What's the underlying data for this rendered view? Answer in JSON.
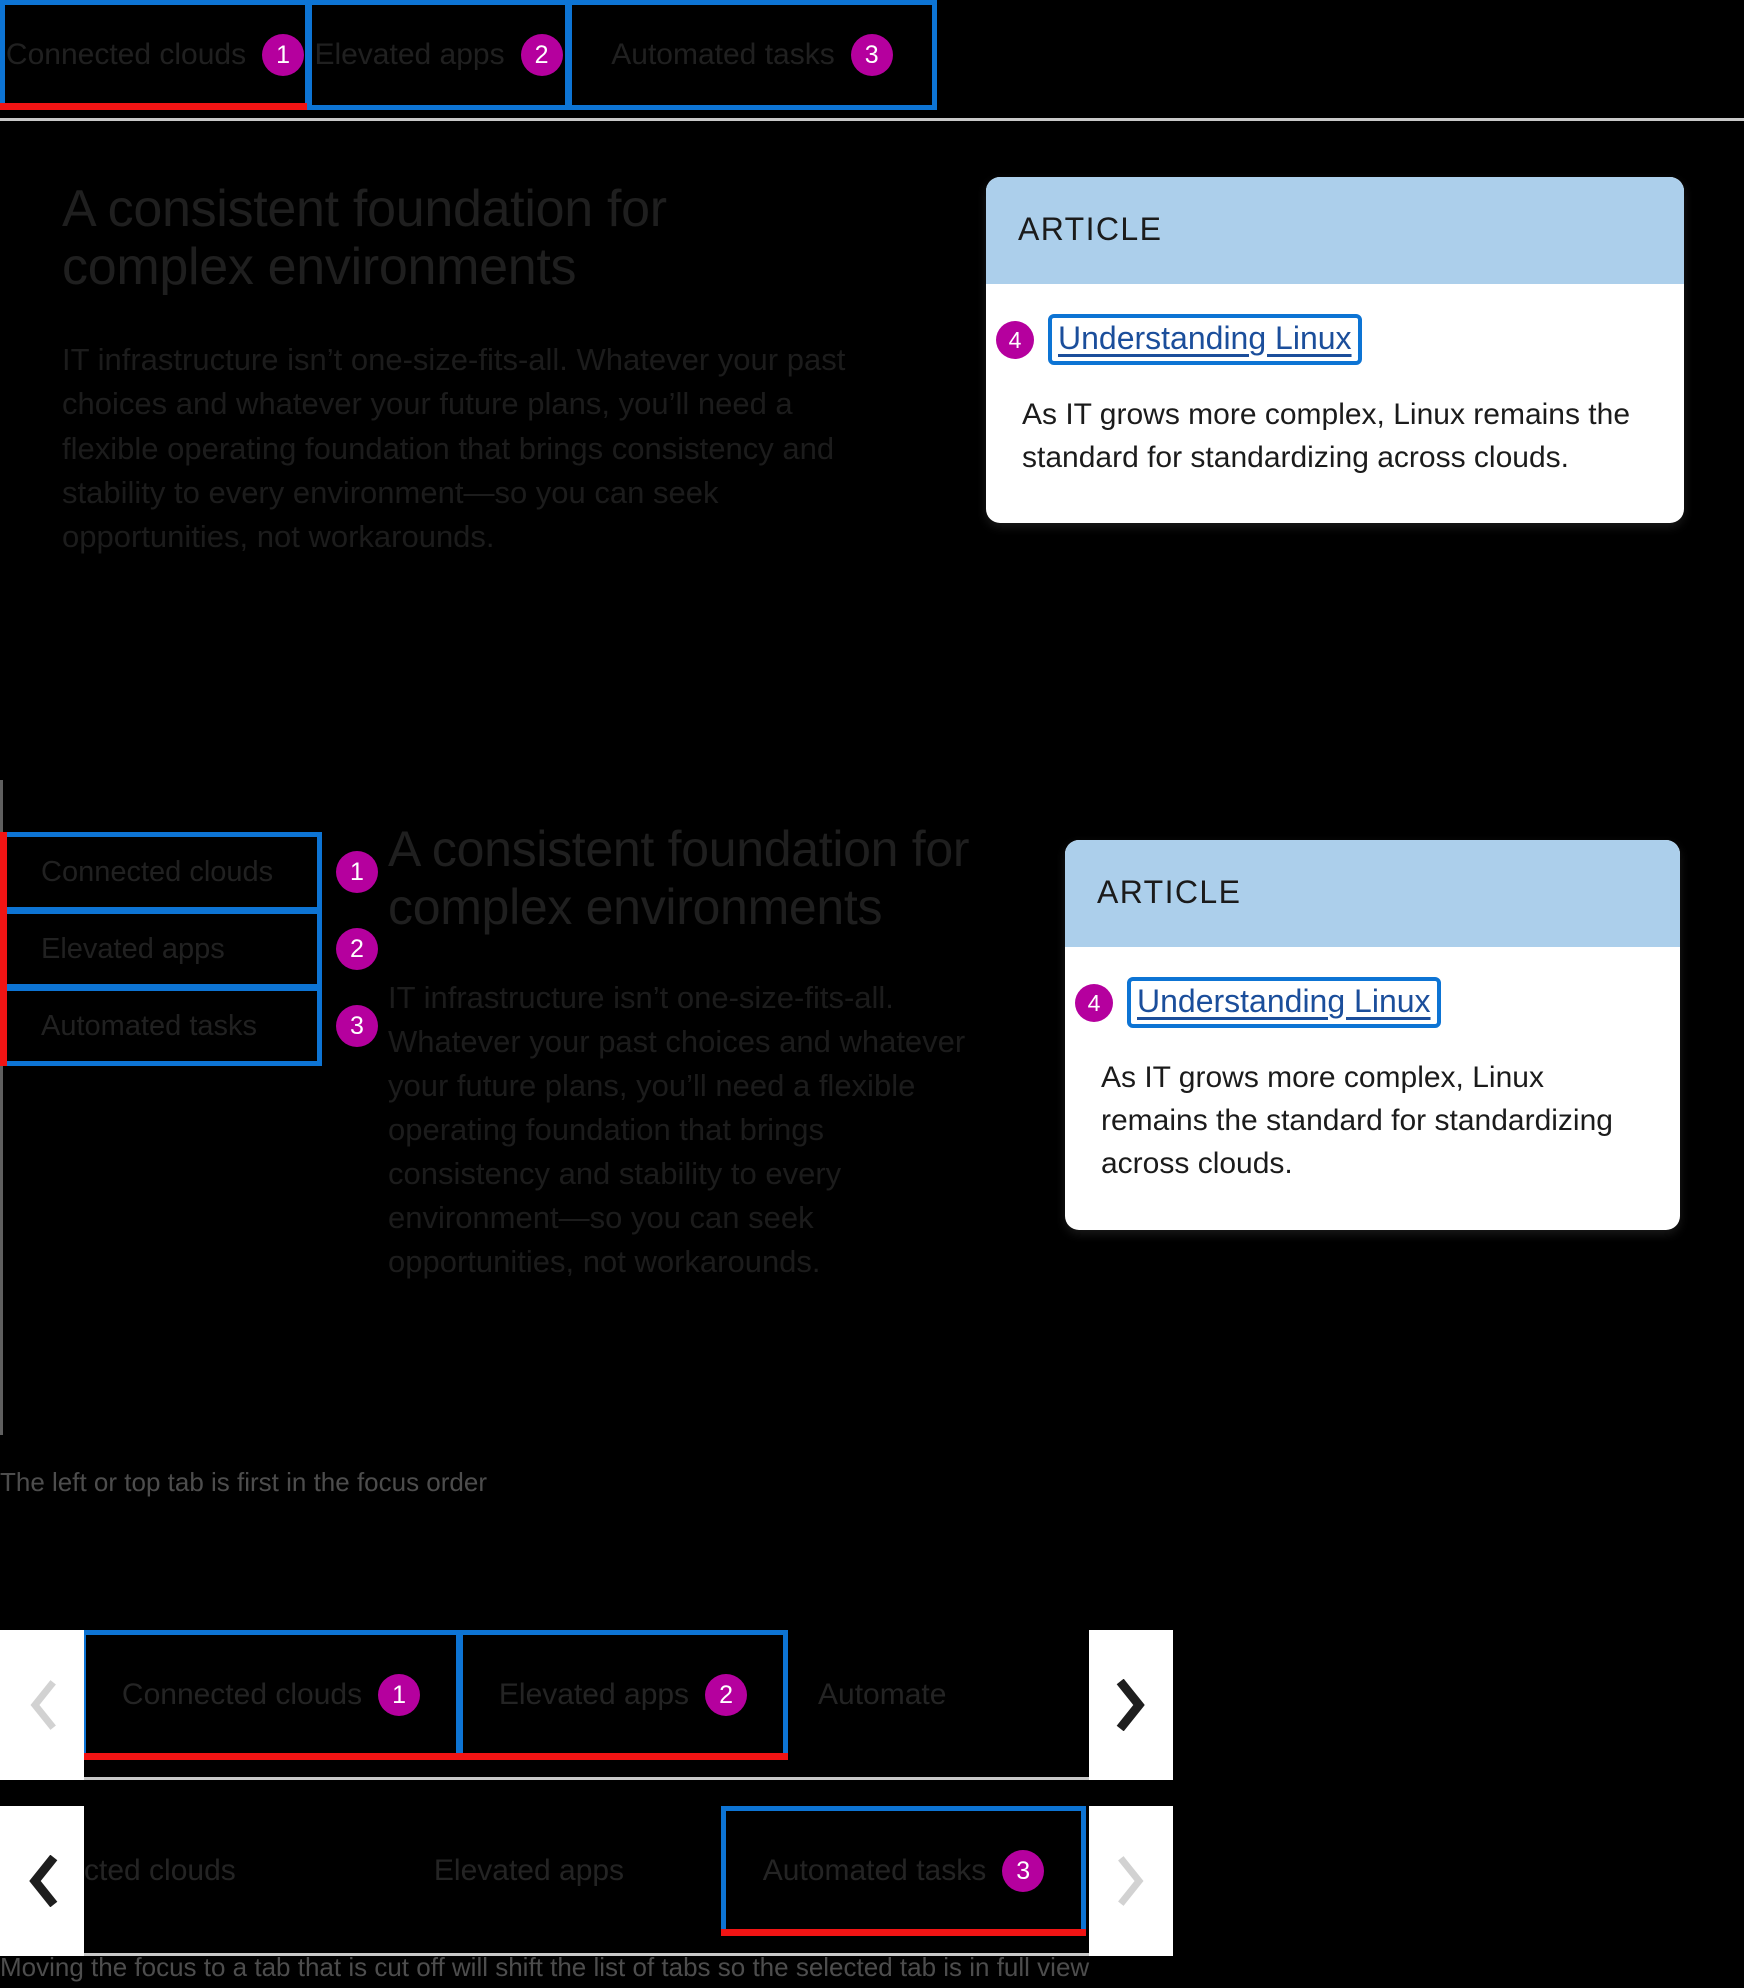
{
  "colors": {
    "background": "#000000",
    "focus_outline": "#0d74d4",
    "selected_underline": "#f11414",
    "badge": "#b5009e",
    "article_header": "#accfeb",
    "article_surface": "#ffffff",
    "link": "#1b4e9b",
    "divider": "#c8c8c8"
  },
  "horizontal_tabs": {
    "tabs": [
      {
        "label": "Connected clouds",
        "badge": "1",
        "selected": true,
        "focused": true
      },
      {
        "label": "Elevated apps",
        "badge": "2",
        "selected": false,
        "focused": true
      },
      {
        "label": "Automated tasks",
        "badge": "3",
        "selected": false,
        "focused": true
      }
    ]
  },
  "panel_one": {
    "title": "A consistent foundation for complex environments",
    "body": "IT infrastructure isn’t one-size-fits-all. Whatever your past choices and whatever your future plans, you’ll need a flexible operating foundation that brings consistency and stability to every environment—so you can seek opportunities, not workarounds."
  },
  "article_card_one": {
    "eyebrow": "ARTICLE",
    "link_label": "Understanding Linux",
    "link_badge": "4",
    "body": "As IT grows more complex, Linux remains the standard for standardizing across clouds."
  },
  "vertical_tabs": {
    "tabs": [
      {
        "label": "Connected clouds",
        "badge": "1"
      },
      {
        "label": "Elevated apps",
        "badge": "2"
      },
      {
        "label": "Automated tasks",
        "badge": "3"
      }
    ]
  },
  "panel_two": {
    "title": "A consistent foundation for complex environments",
    "body": "IT infrastructure isn’t one-size-fits-all. Whatever your past choices and whatever your future plans, you’ll need a flexible operating foundation that brings consistency and stability to every environment—so you can seek opportunities, not workarounds."
  },
  "article_card_two": {
    "eyebrow": "ARTICLE",
    "link_label": "Understanding Linux",
    "link_badge": "4",
    "body": "As IT grows more complex, Linux remains the standard for standardizing across clouds."
  },
  "caption_one": "The left or top tab is first in the focus order",
  "caption_two": "Moving the focus to a tab that is cut off will shift the list of tabs so the selected tab is in full view",
  "scroller_a": {
    "prev_icon": "chevron-left-icon",
    "next_icon": "chevron-right-icon",
    "prev_enabled": false,
    "next_enabled": true,
    "tabs": [
      {
        "label": "Connected clouds",
        "badge": "1",
        "focused": true,
        "selected": true
      },
      {
        "label": "Elevated apps",
        "badge": "2",
        "focused": true,
        "selected": true
      },
      {
        "label": "Automate",
        "badge": "",
        "focused": false,
        "selected": false,
        "clipped": true
      }
    ]
  },
  "scroller_b": {
    "prev_icon": "chevron-left-icon",
    "next_icon": "chevron-right-icon",
    "prev_enabled": true,
    "next_enabled": false,
    "tabs": [
      {
        "label": "cted clouds",
        "badge": "",
        "focused": false,
        "selected": false,
        "clipped": true
      },
      {
        "label": "Elevated apps",
        "badge": "",
        "focused": false,
        "selected": false
      },
      {
        "label": "Automated tasks",
        "badge": "3",
        "focused": true,
        "selected": true
      }
    ]
  }
}
